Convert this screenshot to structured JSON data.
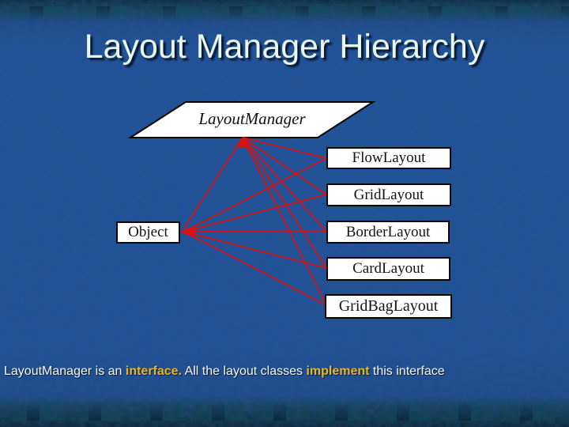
{
  "slide": {
    "title": "Layout Manager Hierarchy",
    "caption": {
      "part1": "LayoutManager is an ",
      "highlight1": "interface.",
      "part2": " All the layout classes ",
      "highlight2": "implement",
      "part3": " this interface"
    },
    "colors": {
      "background_blue": "#1c4e9c",
      "band_dark": "#0a3044",
      "line_red": "#dd1010",
      "title_text": "#eaf7ee",
      "body_text": "#f6f8f6",
      "highlight_text": "#e6b526",
      "node_fill": "#ffffff",
      "node_border": "#060606"
    }
  },
  "diagram": {
    "interface_node": {
      "label": "LayoutManager",
      "shape": "parallelogram"
    },
    "superclass_node": {
      "label": "Object"
    },
    "classes": [
      {
        "label": "FlowLayout"
      },
      {
        "label": "GridLayout"
      },
      {
        "label": "BorderLayout"
      },
      {
        "label": "CardLayout"
      },
      {
        "label": "GridBagLayout"
      }
    ]
  }
}
